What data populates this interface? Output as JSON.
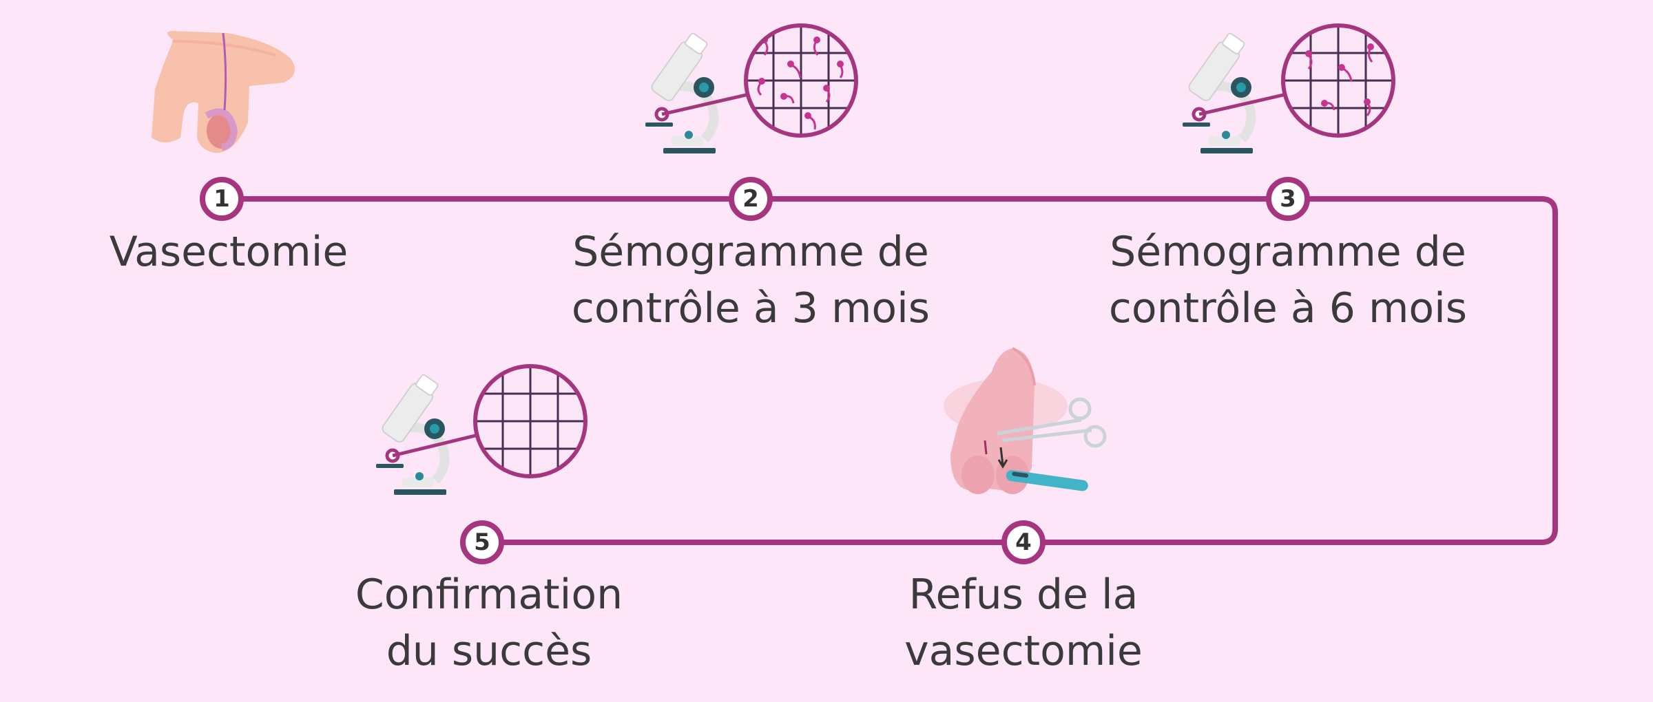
{
  "colors": {
    "background": "#fde6f8",
    "timeline": "#a5357f",
    "accent_pink": "#d1358f",
    "microscope_teal": "#2a6a78",
    "text": "#3a3a3a"
  },
  "steps": [
    {
      "number": "1",
      "label": "Vasectomie",
      "icon": "anatomy-icon"
    },
    {
      "number": "2",
      "label": "Sémogramme de\ncontrôle à 3 mois",
      "icon": "microscope-sperm-icon"
    },
    {
      "number": "3",
      "label": "Sémogramme de\ncontrôle à 6 mois",
      "icon": "microscope-sperm-icon"
    },
    {
      "number": "4",
      "label": "Refus de la\nvasectomie",
      "icon": "surgery-icon"
    },
    {
      "number": "5",
      "label": "Confirmation\ndu succès",
      "icon": "microscope-empty-icon"
    }
  ]
}
